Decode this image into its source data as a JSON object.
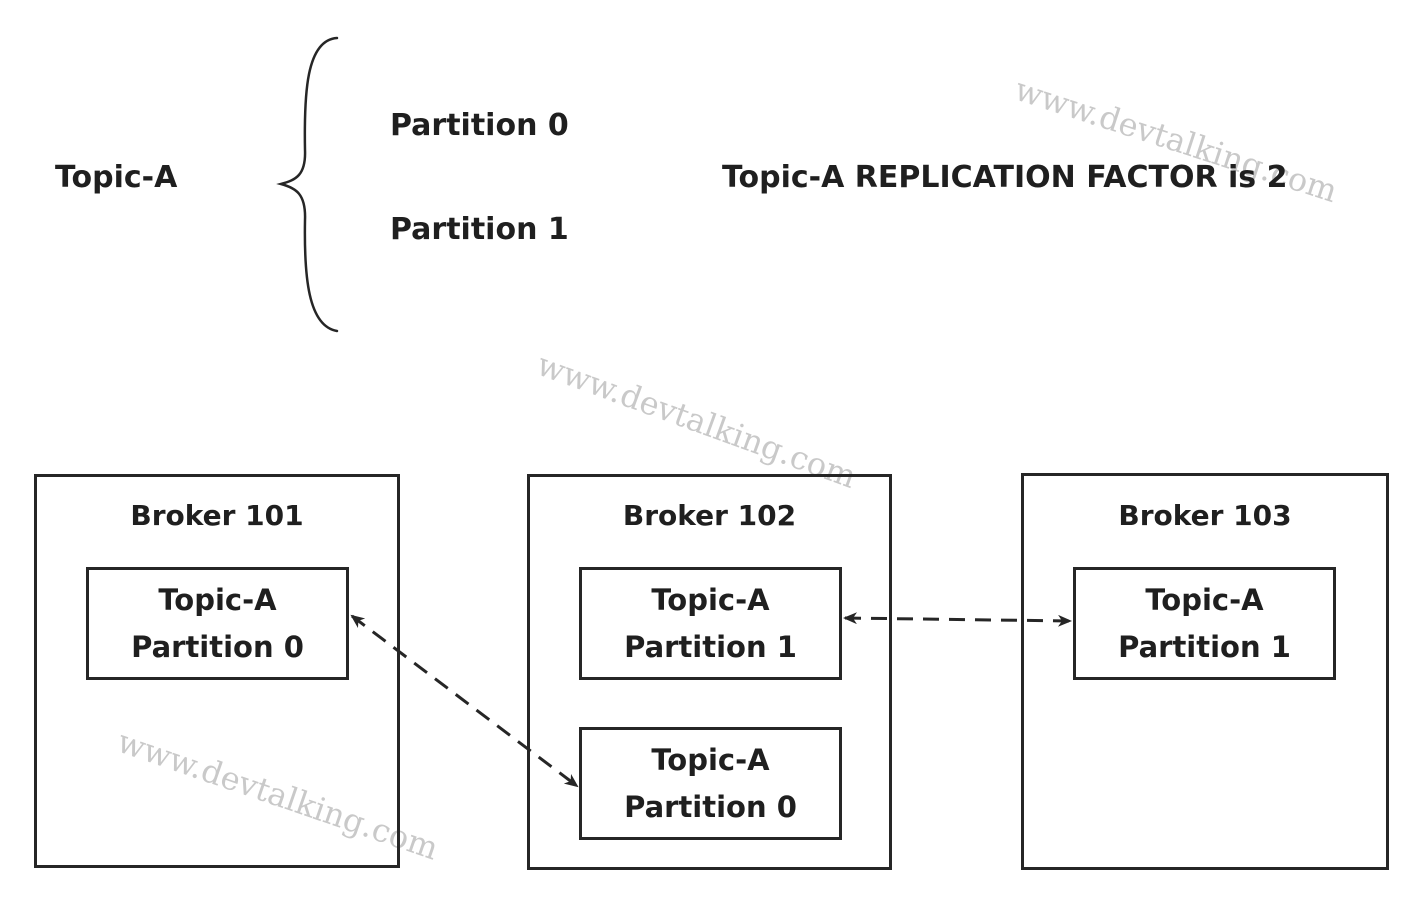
{
  "topic": {
    "name": "Topic-A",
    "partitions": [
      "Partition 0",
      "Partition 1"
    ],
    "replication_note": "Topic-A REPLICATION FACTOR is 2"
  },
  "brokers": [
    {
      "title": "Broker 101",
      "partitions": [
        {
          "topic": "Topic-A",
          "partition": "Partition 0"
        }
      ]
    },
    {
      "title": "Broker 102",
      "partitions": [
        {
          "topic": "Topic-A",
          "partition": "Partition 1"
        },
        {
          "topic": "Topic-A",
          "partition": "Partition 0"
        }
      ]
    },
    {
      "title": "Broker 103",
      "partitions": [
        {
          "topic": "Topic-A",
          "partition": "Partition 1"
        }
      ]
    }
  ],
  "watermark": "www.devtalking.com",
  "colors": {
    "ink": "#262626",
    "watermark": "#c9c9c9"
  }
}
